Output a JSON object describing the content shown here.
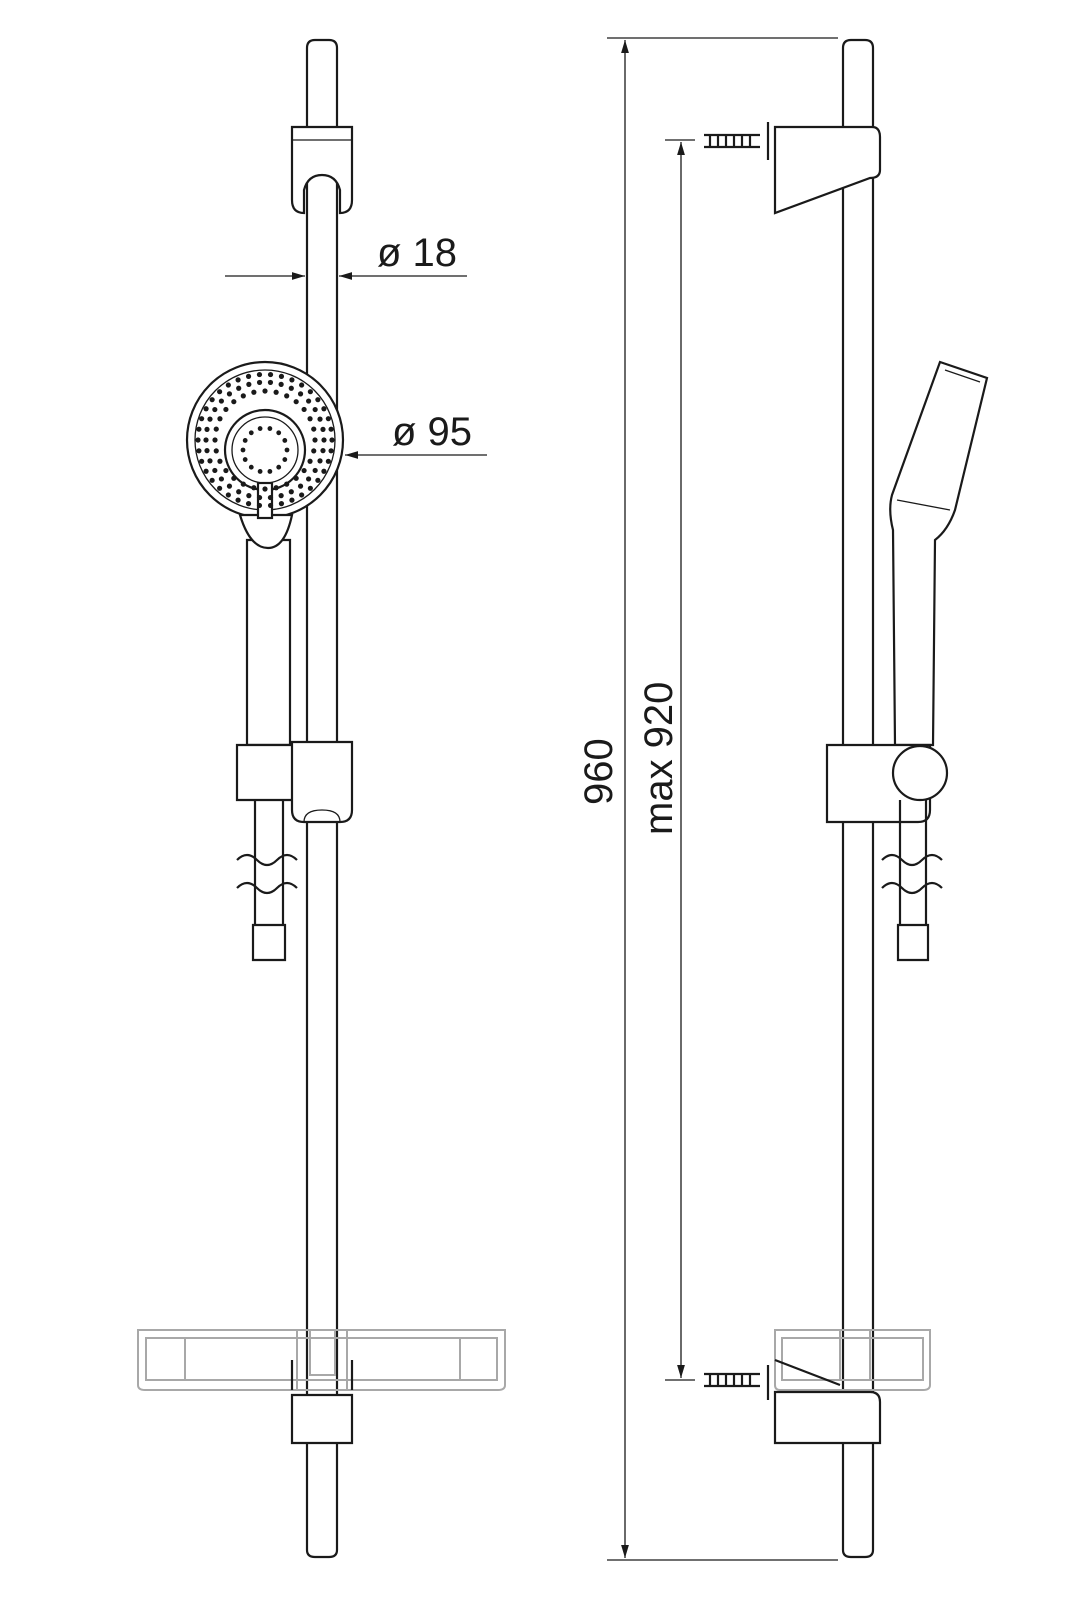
{
  "dimensions": {
    "rail_diameter": "ø 18",
    "head_diameter": "ø 95",
    "total_height": "960",
    "max_bracket_spacing": "max 920"
  },
  "colors": {
    "line": "#1a1a1a",
    "soap_dish": "#a8a8a8"
  }
}
